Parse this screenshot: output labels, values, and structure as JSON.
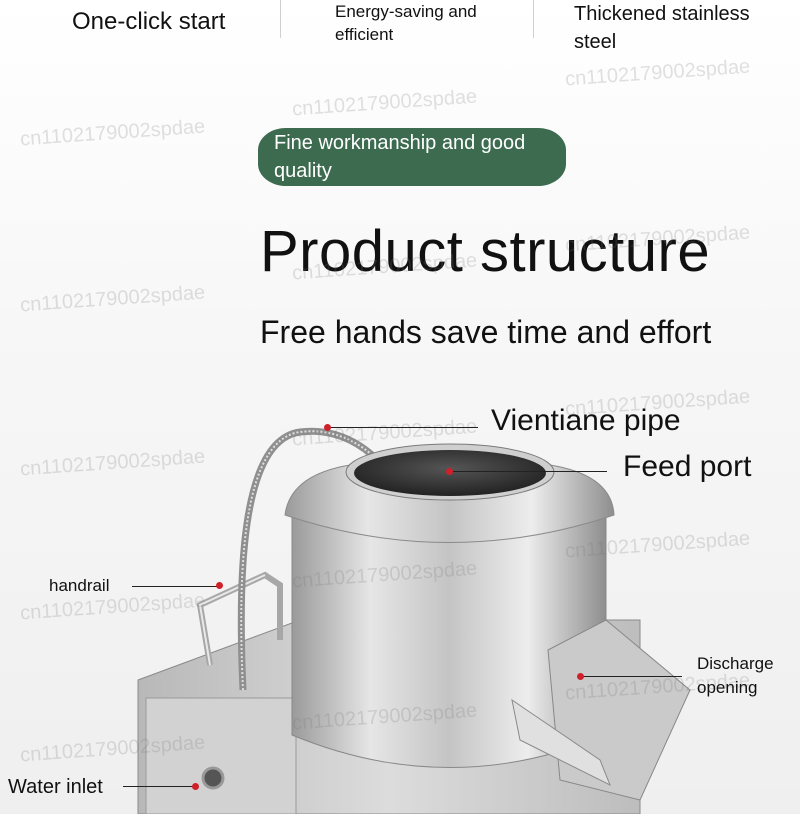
{
  "features": {
    "one_click": "One-click start",
    "energy_line1": "Energy-saving and",
    "energy_line2": "efficient",
    "steel_line1": "Thickened stainless",
    "steel_line2": "steel"
  },
  "badge": {
    "line1": "Fine workmanship and good",
    "line2": "quality",
    "color": "#3d6b50"
  },
  "title": "Product structure",
  "subtitle": "Free hands save time and effort",
  "labels": {
    "vientiane_pipe": "Vientiane pipe",
    "feed_port": "Feed port",
    "handrail": "handrail",
    "discharge_line1": "Discharge",
    "discharge_line2": "opening",
    "water_inlet": "Water inlet"
  },
  "watermark": "cn1102179002spdae",
  "colors": {
    "marker": "#d0202a"
  }
}
